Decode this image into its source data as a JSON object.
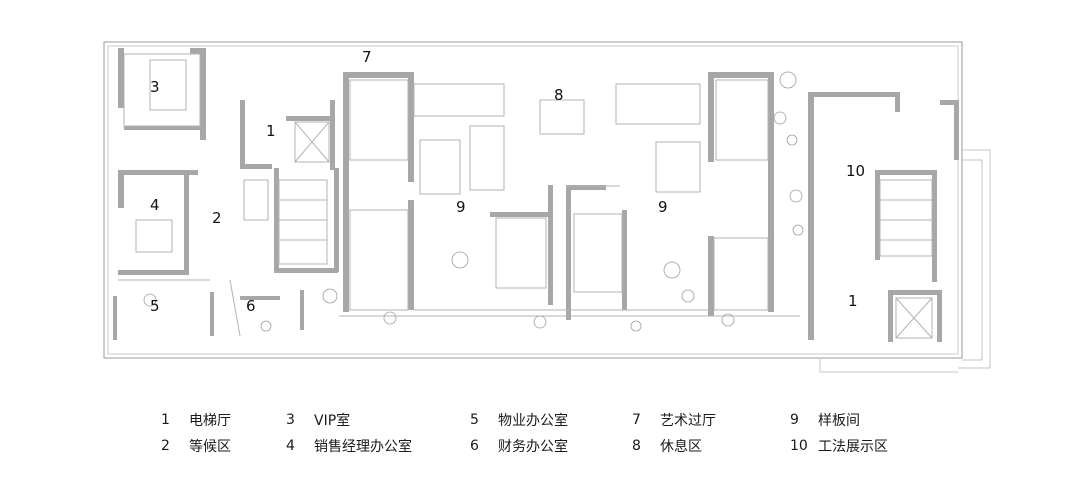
{
  "room_numbers": [
    {
      "id": "r3",
      "text": "3"
    },
    {
      "id": "r7",
      "text": "7"
    },
    {
      "id": "r8",
      "text": "8"
    },
    {
      "id": "r1a",
      "text": "1"
    },
    {
      "id": "r10",
      "text": "10"
    },
    {
      "id": "r4",
      "text": "4"
    },
    {
      "id": "r2",
      "text": "2"
    },
    {
      "id": "r9a",
      "text": "9"
    },
    {
      "id": "r9b",
      "text": "9"
    },
    {
      "id": "r5",
      "text": "5"
    },
    {
      "id": "r6",
      "text": "6"
    },
    {
      "id": "r1b",
      "text": "1"
    }
  ],
  "legend": [
    {
      "num": "1",
      "label": "电梯厅"
    },
    {
      "num": "3",
      "label": "VIP室"
    },
    {
      "num": "5",
      "label": "物业办公室"
    },
    {
      "num": "7",
      "label": "艺术过厅"
    },
    {
      "num": "9",
      "label": "样板间"
    },
    {
      "num": "2",
      "label": "等候区"
    },
    {
      "num": "4",
      "label": "销售经理办公室"
    },
    {
      "num": "6",
      "label": "财务办公室"
    },
    {
      "num": "8",
      "label": "休息区"
    },
    {
      "num": "10",
      "label": "工法展示区"
    }
  ]
}
